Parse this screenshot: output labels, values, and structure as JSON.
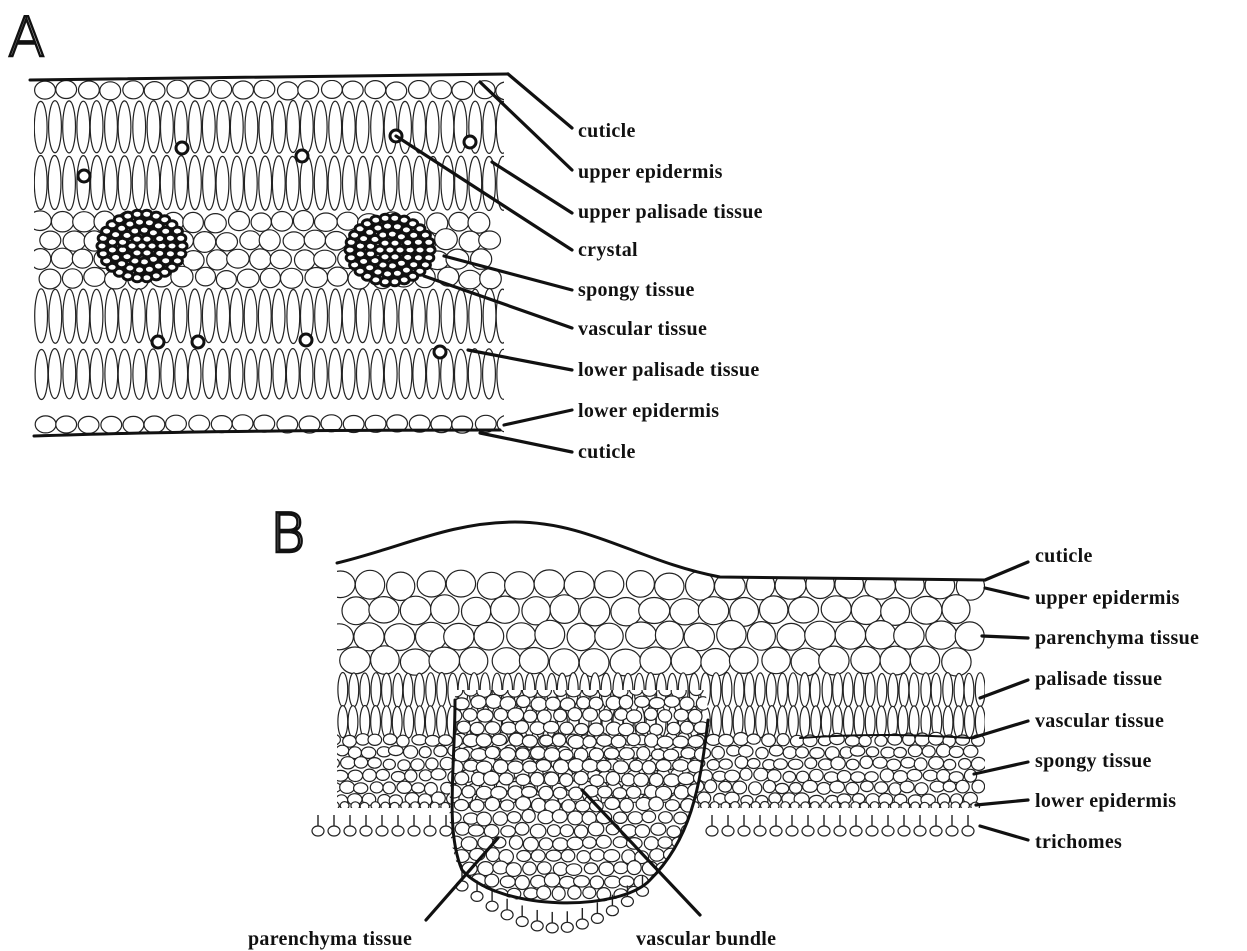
{
  "panels": [
    {
      "letter": "A",
      "labels": [
        "cuticle",
        "upper epidermis",
        "upper palisade tissue",
        "crystal",
        "spongy tissue",
        "vascular tissue",
        "lower palisade tissue",
        "lower epidermis",
        "cuticle"
      ]
    },
    {
      "letter": "B",
      "labels": [
        "cuticle",
        "upper epidermis",
        "parenchyma tissue",
        "palisade tissue",
        "vascular tissue",
        "spongy tissue",
        "lower epidermis",
        "trichomes"
      ],
      "bottom_labels": [
        "parenchyma tissue",
        "vascular bundle"
      ]
    }
  ]
}
